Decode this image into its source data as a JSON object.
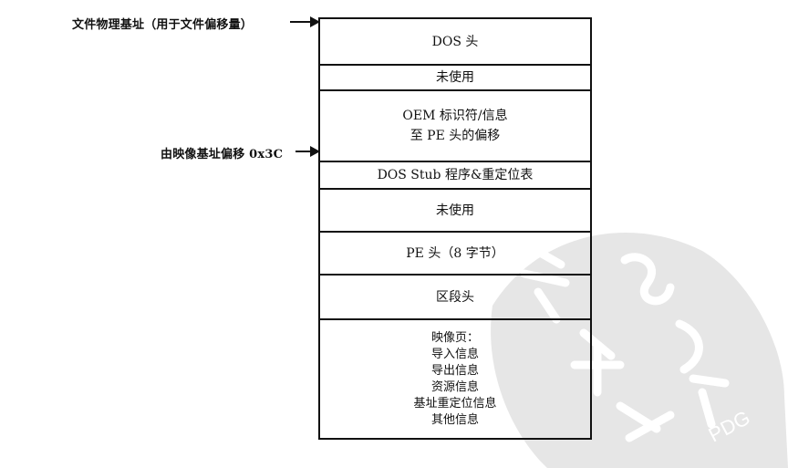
{
  "labels": {
    "file_base": "文件物理基址（用于文件偏移量）",
    "image_offset": "由映像基址偏移 0x3C"
  },
  "blocks": [
    {
      "lines": [
        "DOS 头"
      ]
    },
    {
      "lines": [
        "未使用"
      ]
    },
    {
      "lines": [
        "OEM 标识符/信息",
        "至 PE 头的偏移"
      ]
    },
    {
      "lines": [
        "DOS Stub 程序&重定位表"
      ]
    },
    {
      "lines": [
        "未使用"
      ]
    },
    {
      "lines": [
        "PE 头（8 字节）"
      ]
    },
    {
      "lines": [
        "区段头"
      ]
    },
    {
      "lines": [
        "映像页：",
        "导入信息",
        "导出信息",
        "资源信息",
        "基址重定位信息",
        "其他信息"
      ]
    }
  ],
  "watermark": {
    "text": "PDG",
    "color": "#cfcfcf"
  }
}
